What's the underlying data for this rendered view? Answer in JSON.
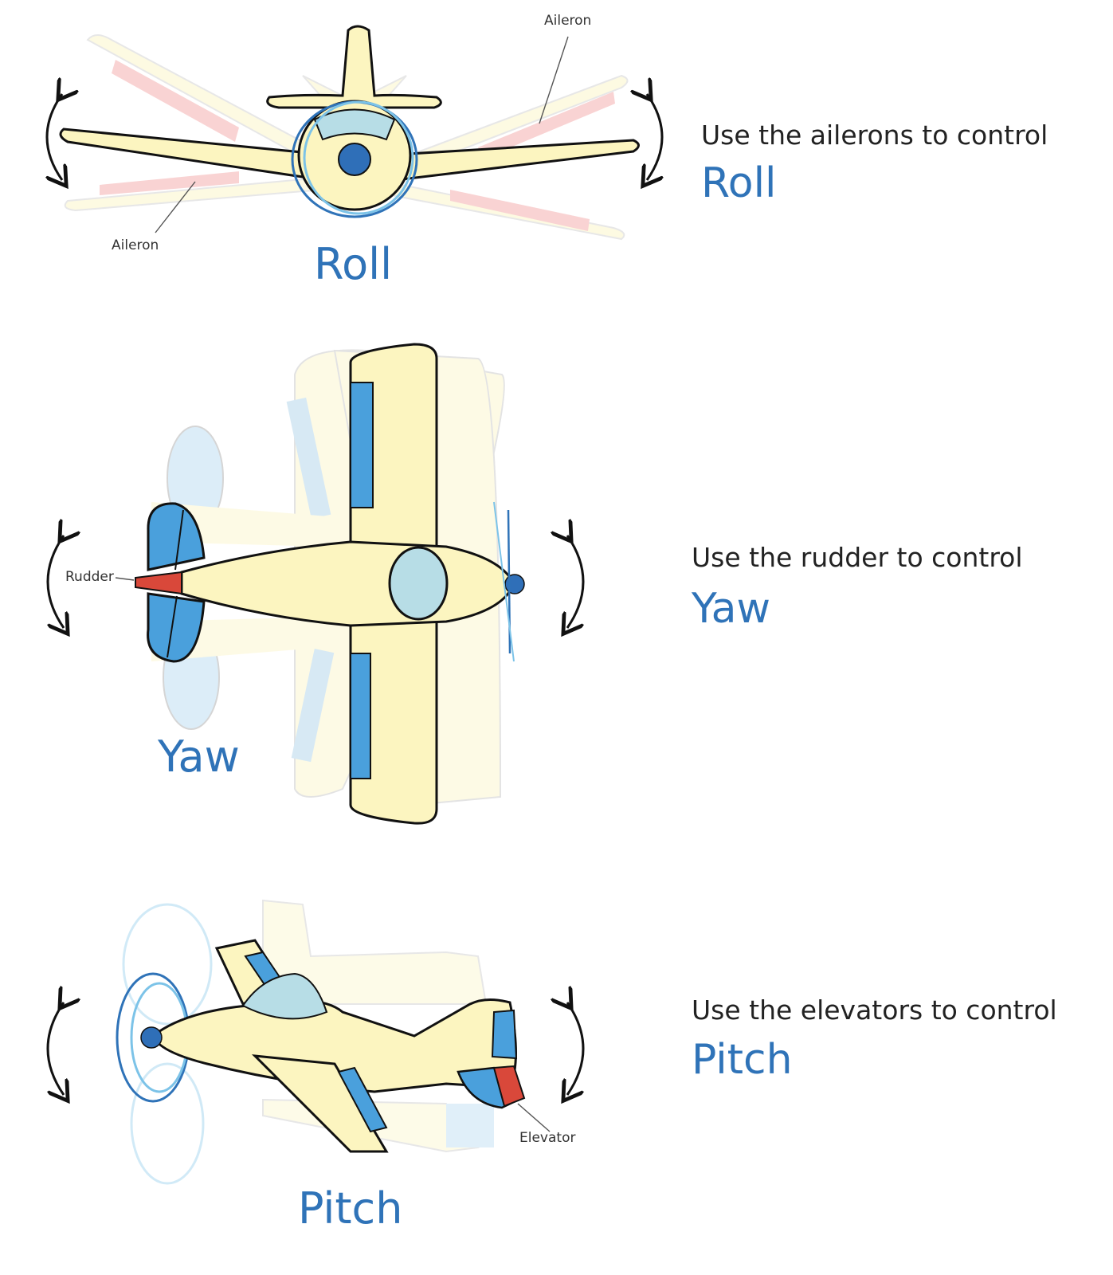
{
  "colors": {
    "accent_blue": "#2f73b8",
    "plane_body": "#fcf5c0",
    "control_surface_blue": "#4aa0dc",
    "highlight_red": "#d9483a",
    "outline": "#111111"
  },
  "panels": [
    {
      "id": "roll",
      "title": "Roll",
      "labels": [
        "Aileron",
        "Aileron"
      ],
      "description": "Use the ailerons to control",
      "key_term": "Roll"
    },
    {
      "id": "yaw",
      "title": "Yaw",
      "labels": [
        "Rudder"
      ],
      "description": "Use the rudder to control",
      "key_term": "Yaw"
    },
    {
      "id": "pitch",
      "title": "Pitch",
      "labels": [
        "Elevator"
      ],
      "description": "Use the elevators to control",
      "key_term": "Pitch"
    }
  ]
}
